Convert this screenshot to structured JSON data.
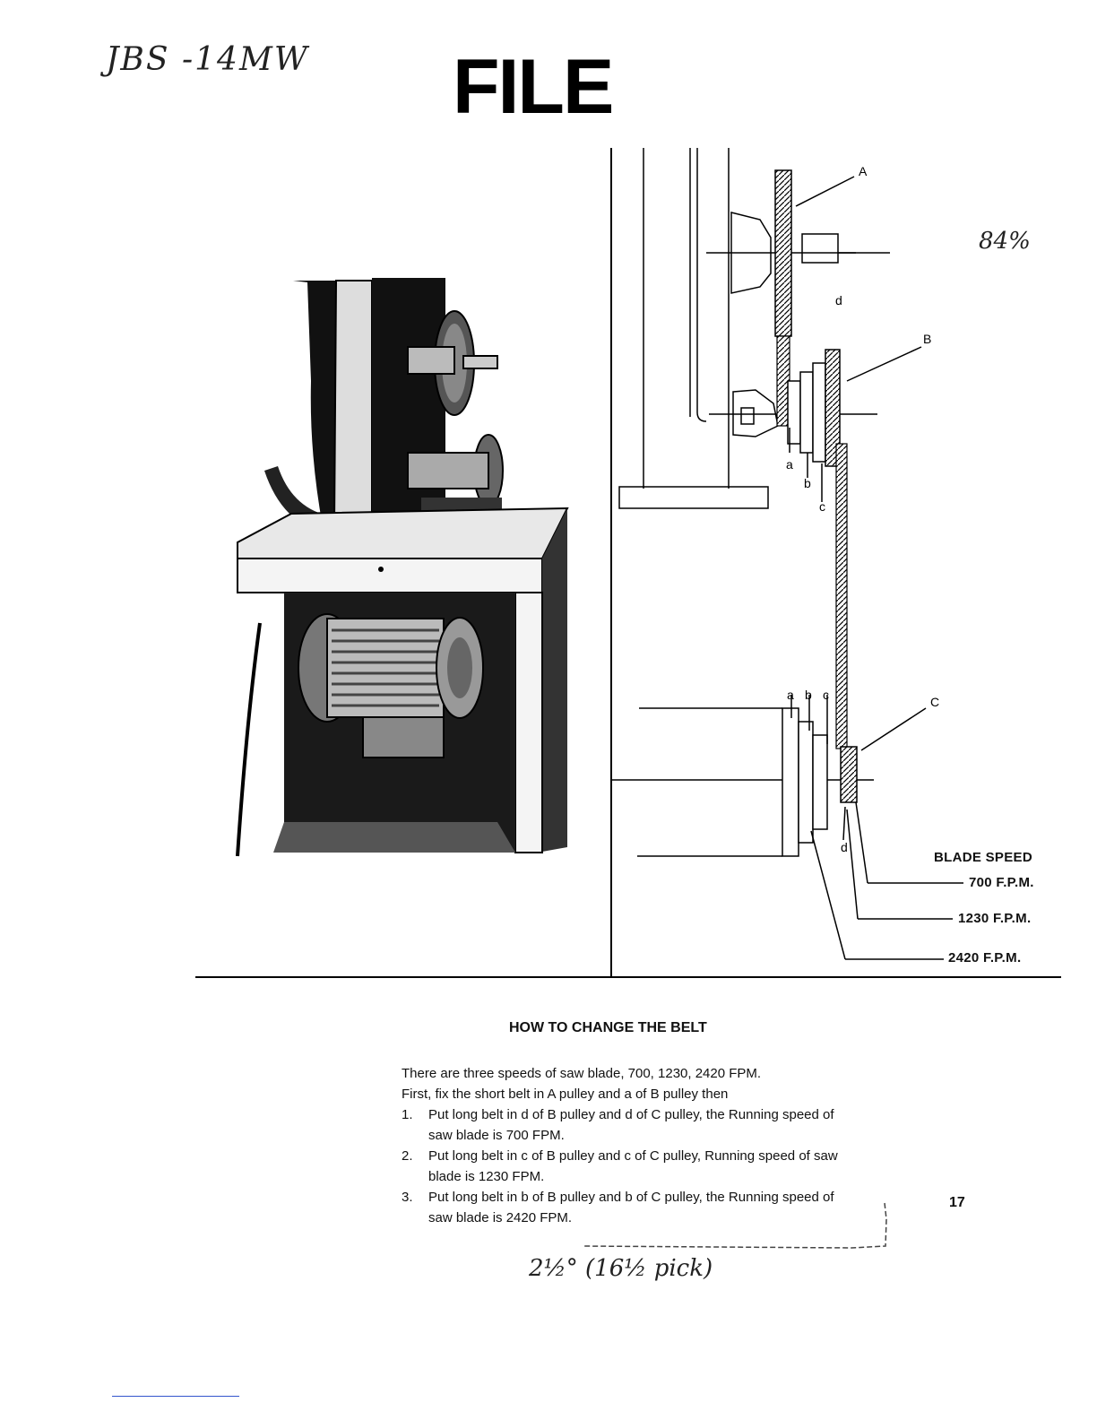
{
  "header": {
    "handwritten_model": "JBS -14MW",
    "stamp": "FILE",
    "handwritten_percent": "84%"
  },
  "diagram": {
    "pulley_labels": [
      "A",
      "B",
      "C"
    ],
    "groove_labels_b": [
      "a",
      "b",
      "c"
    ],
    "groove_labels_c": [
      "a",
      "b",
      "c"
    ],
    "d_label_a": "d",
    "d_label_c": "d",
    "blade_speed_title": "BLADE SPEED",
    "speeds": [
      "700 F.P.M.",
      "1230 F.P.M.",
      "2420 F.P.M."
    ]
  },
  "instructions": {
    "title": "HOW TO CHANGE THE BELT",
    "intro_1": "There are three speeds of saw blade, 700, 1230, 2420 FPM.",
    "intro_2": "First, fix the short belt in A pulley and a of B pulley then",
    "steps": [
      {
        "num": "1.",
        "text": "Put long belt in d of B pulley and d of C pulley, the Running speed of saw blade is 700 FPM."
      },
      {
        "num": "2.",
        "text": "Put long belt in c of B pulley and c of C pulley, Running speed of saw blade is 1230 FPM."
      },
      {
        "num": "3.",
        "text": "Put long belt in b of B pulley and b of C pulley, the Running speed of saw blade is 2420 FPM."
      }
    ]
  },
  "footer": {
    "page_number": "17",
    "handwritten_note": "2½° (16½ pick)"
  },
  "colors": {
    "ink": "#000000",
    "paper": "#ffffff",
    "rule_blue": "#3355cc"
  }
}
